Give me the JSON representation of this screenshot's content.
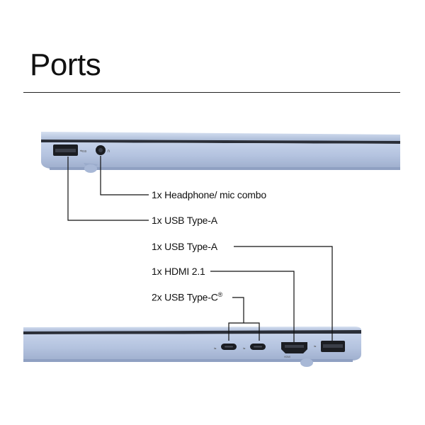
{
  "heading": "Ports",
  "left_side": {
    "ports": [
      {
        "label": "1x Headphone/ mic combo"
      },
      {
        "label": "1x USB Type-A"
      }
    ]
  },
  "right_side": {
    "ports": [
      {
        "label": "1x USB Type-A"
      },
      {
        "label": "1x HDMI 2.1"
      },
      {
        "label": "2x USB Type-C",
        "mark": "®"
      }
    ]
  },
  "colors": {
    "chassis": "#b9c8e2",
    "chassis_shadow": "#8c9cbb",
    "port_dark": "#1b1d22",
    "line": "#111111"
  }
}
